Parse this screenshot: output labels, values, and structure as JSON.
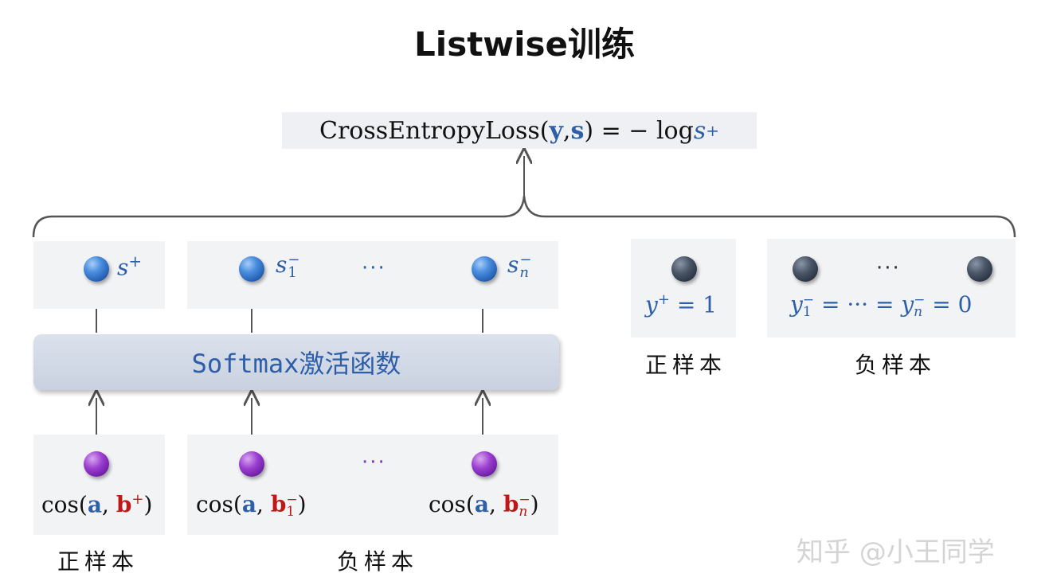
{
  "title": "Listwise训练",
  "loss": {
    "name": "CrossEntropyLoss",
    "open": "(",
    "y": "y",
    "comma": ", ",
    "s": "s",
    "eq": ") = − log ",
    "splus": "s",
    "sup": "+"
  },
  "softmax_label": "Softmax激活函数",
  "outputs": {
    "pos_label": "s",
    "pos_sup": "+",
    "neg1_label": "s",
    "neg1_sup": "−",
    "neg1_sub": "1",
    "negn_label": "s",
    "negn_sup": "−",
    "negn_sub": "n",
    "dots": "···"
  },
  "inputs": {
    "cos_pos": {
      "pre": "cos(",
      "a": "a",
      "comma": ", ",
      "b": "b",
      "sup": "+",
      "post": ")"
    },
    "cos_neg1": {
      "pre": "cos(",
      "a": "a",
      "comma": ", ",
      "b": "b",
      "sup": "−",
      "sub": "1",
      "post": ")"
    },
    "cos_negn": {
      "pre": "cos(",
      "a": "a",
      "comma": ", ",
      "b": "b",
      "sup": "−",
      "sub": "n",
      "post": ")"
    },
    "dots": "···"
  },
  "labels_pos_bottom": "正样本",
  "labels_neg_bottom": "负样本",
  "targets": {
    "pos_eq": "y",
    "pos_sup": "+",
    "pos_val": " = 1",
    "neg_y1": "y",
    "neg_sup1": "−",
    "neg_sub1": "1",
    "neg_mid": " = ··· = ",
    "neg_yn": "y",
    "neg_supn": "−",
    "neg_subn": "n",
    "neg_val": " = 0",
    "dots": "···",
    "pos_label": "正样本",
    "neg_label": "负样本"
  },
  "watermark": "知乎 @小王同学"
}
